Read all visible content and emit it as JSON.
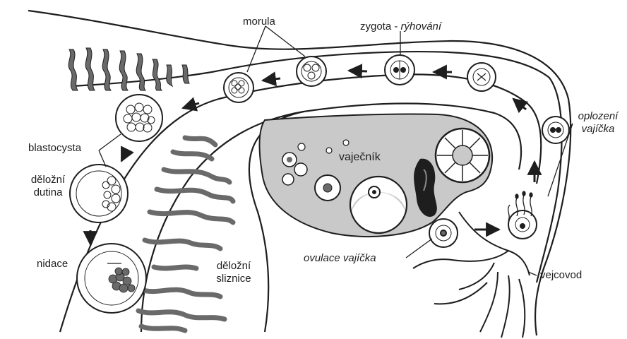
{
  "labels": {
    "morula": "morula",
    "zygota_prefix": "zygota - ",
    "zygota_italic": "rýhování",
    "oplozeni_line1": "oplození",
    "oplozeni_line2": "vajíčka",
    "blastocysta": "blastocysta",
    "delozni_dutina_line1": "děložní",
    "delozni_dutina_line2": "dutina",
    "vajecnik": "vaječník",
    "ovulace": "ovulace vajíčka",
    "nidace": "nidace",
    "delozni_sliznice_line1": "děložní",
    "delozni_sliznice_line2": "sliznice",
    "vejcovod": "vejcovod"
  },
  "colors": {
    "ink": "#1e1e1e",
    "ovary_fill": "#c9c9c9",
    "mucosa": "#6a6a6a",
    "paper": "#ffffff"
  },
  "icons": [
    "arrow-left-icon",
    "arrow-up-icon",
    "arrow-down-icon",
    "arrow-right-icon"
  ]
}
